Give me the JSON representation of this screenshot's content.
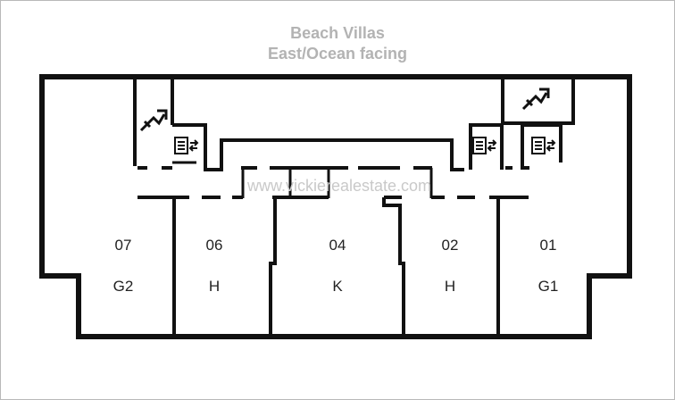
{
  "header": {
    "title_line1": "Beach Villas",
    "title_line2": "East/Ocean facing"
  },
  "watermark": "www.vickierealestate.com",
  "units": [
    {
      "number": "07",
      "type": "G2"
    },
    {
      "number": "06",
      "type": "H"
    },
    {
      "number": "04",
      "type": "K"
    },
    {
      "number": "02",
      "type": "H"
    },
    {
      "number": "01",
      "type": "G1"
    }
  ],
  "icons": [
    "stairs-icon",
    "elevator-icon"
  ],
  "colors": {
    "walls": "#111111",
    "title": "#b3b3b3",
    "watermark": "#c9c9c9"
  }
}
